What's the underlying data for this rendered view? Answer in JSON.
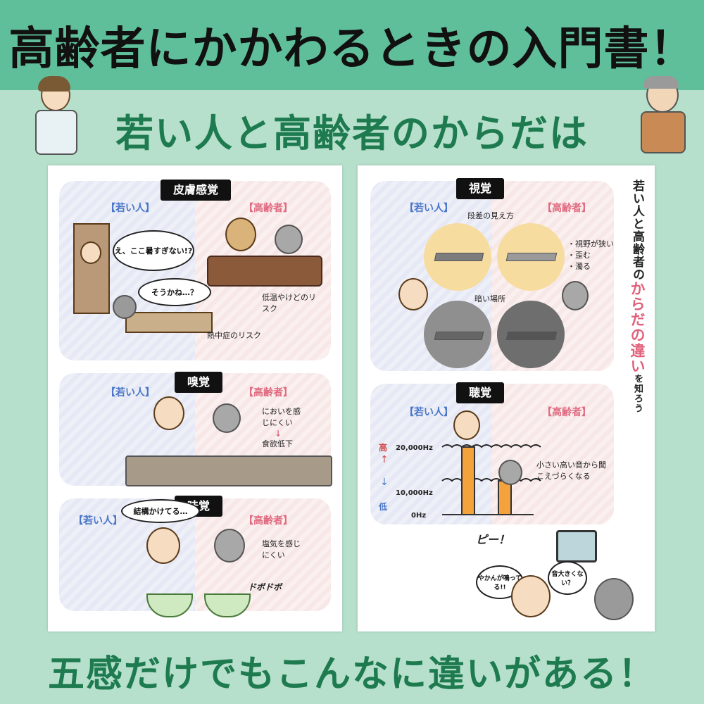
{
  "main_title": "高齢者にかかわるときの入門書！",
  "sub_title": "若い人と高齢者のからだは",
  "bottom_title": "五感だけでもこんなに違いがある！",
  "labels": {
    "young": "【若い人】",
    "old": "【高齢者】"
  },
  "vertical_text": {
    "part1": "若い人と高齢者の",
    "part2": "からだの違い",
    "part3": "を知ろう"
  },
  "sections": {
    "skin": {
      "title": "皮膚感覚",
      "young_speech": "え、ここ暑すぎない!?",
      "old_speech": "そうかね…？",
      "note_old": "低温やけどのリスク",
      "note_young": "熱中症のリスク"
    },
    "smell": {
      "title": "嗅覚",
      "note1": "においを感じにくい",
      "arrow": "↓",
      "note2": "食欲低下"
    },
    "taste": {
      "title": "味覚",
      "young_speech": "結構かけてる…",
      "note": "塩気を感じにくい",
      "sfx": "ドボドボ"
    },
    "vision": {
      "title": "視覚",
      "step_label": "段差の見え方",
      "dark_label": "暗い場所",
      "bullets": [
        "・視野が狭い",
        "・歪む",
        "・濁る"
      ]
    },
    "hearing": {
      "title": "聴覚",
      "high": "高",
      "low": "低",
      "tick_20000": "20,000Hz",
      "tick_10000": "10,000Hz",
      "tick_0": "0Hz",
      "note": "小さい高い音から聞こえづらくなる",
      "sfx": "ピー！",
      "young_speech": "やかんが鳴ってる!!",
      "old_speech": "音大きくない？"
    }
  },
  "chart_data": {
    "type": "bar",
    "categories": [
      "若い人",
      "高齢者"
    ],
    "values": [
      20000,
      10000
    ],
    "ylabel": "",
    "ylim": [
      0,
      20000
    ],
    "yticks": [
      "0Hz",
      "10,000Hz",
      "20,000Hz"
    ]
  },
  "colors": {
    "banner": "#5fbf9b",
    "background": "#b6e0cc",
    "green_text": "#1e7a4f",
    "young": "#4a76c8",
    "old": "#e06a80",
    "bar": "#f4a23c"
  }
}
